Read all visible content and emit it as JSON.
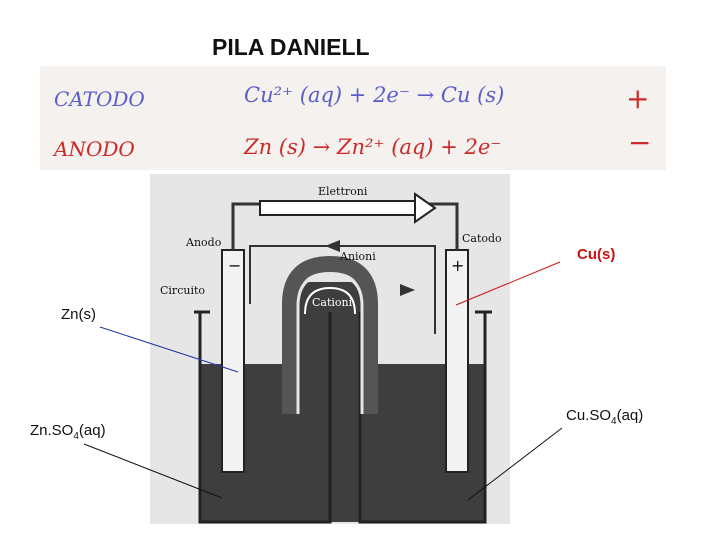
{
  "title": "PILA DANIELL",
  "reactions": {
    "catodo_label": "CATODO",
    "catodo_eq": "Cu²⁺ (aq) + 2e⁻ → Cu (s)",
    "catodo_sign": "+",
    "anodo_label": "ANODO",
    "anodo_eq": "Zn (s) → Zn²⁺ (aq) + 2e⁻",
    "anodo_sign": "−"
  },
  "diagram": {
    "elettroni": "Elettroni",
    "anodo": "Anodo",
    "catodo": "Catodo",
    "anioni": "Anioni",
    "circuito": "Circuito",
    "cationi": "Cationi",
    "anodo_sign": "−",
    "catodo_sign": "+"
  },
  "annotations": {
    "cu_s": "Cu(s)",
    "zn_s": "Zn(s)",
    "znso4_a": "Zn.SO",
    "znso4_sub": "4",
    "znso4_b": "(aq)",
    "cuso4_a": "Cu.SO",
    "cuso4_sub": "4",
    "cuso4_b": "(aq)"
  },
  "colors": {
    "handwriting_blue": "#5a5ec8",
    "handwriting_red": "#cc2a2a",
    "label_red": "#cc1111",
    "pointer_blue": "#2233aa",
    "solution_gray": "#4a4a4a"
  }
}
